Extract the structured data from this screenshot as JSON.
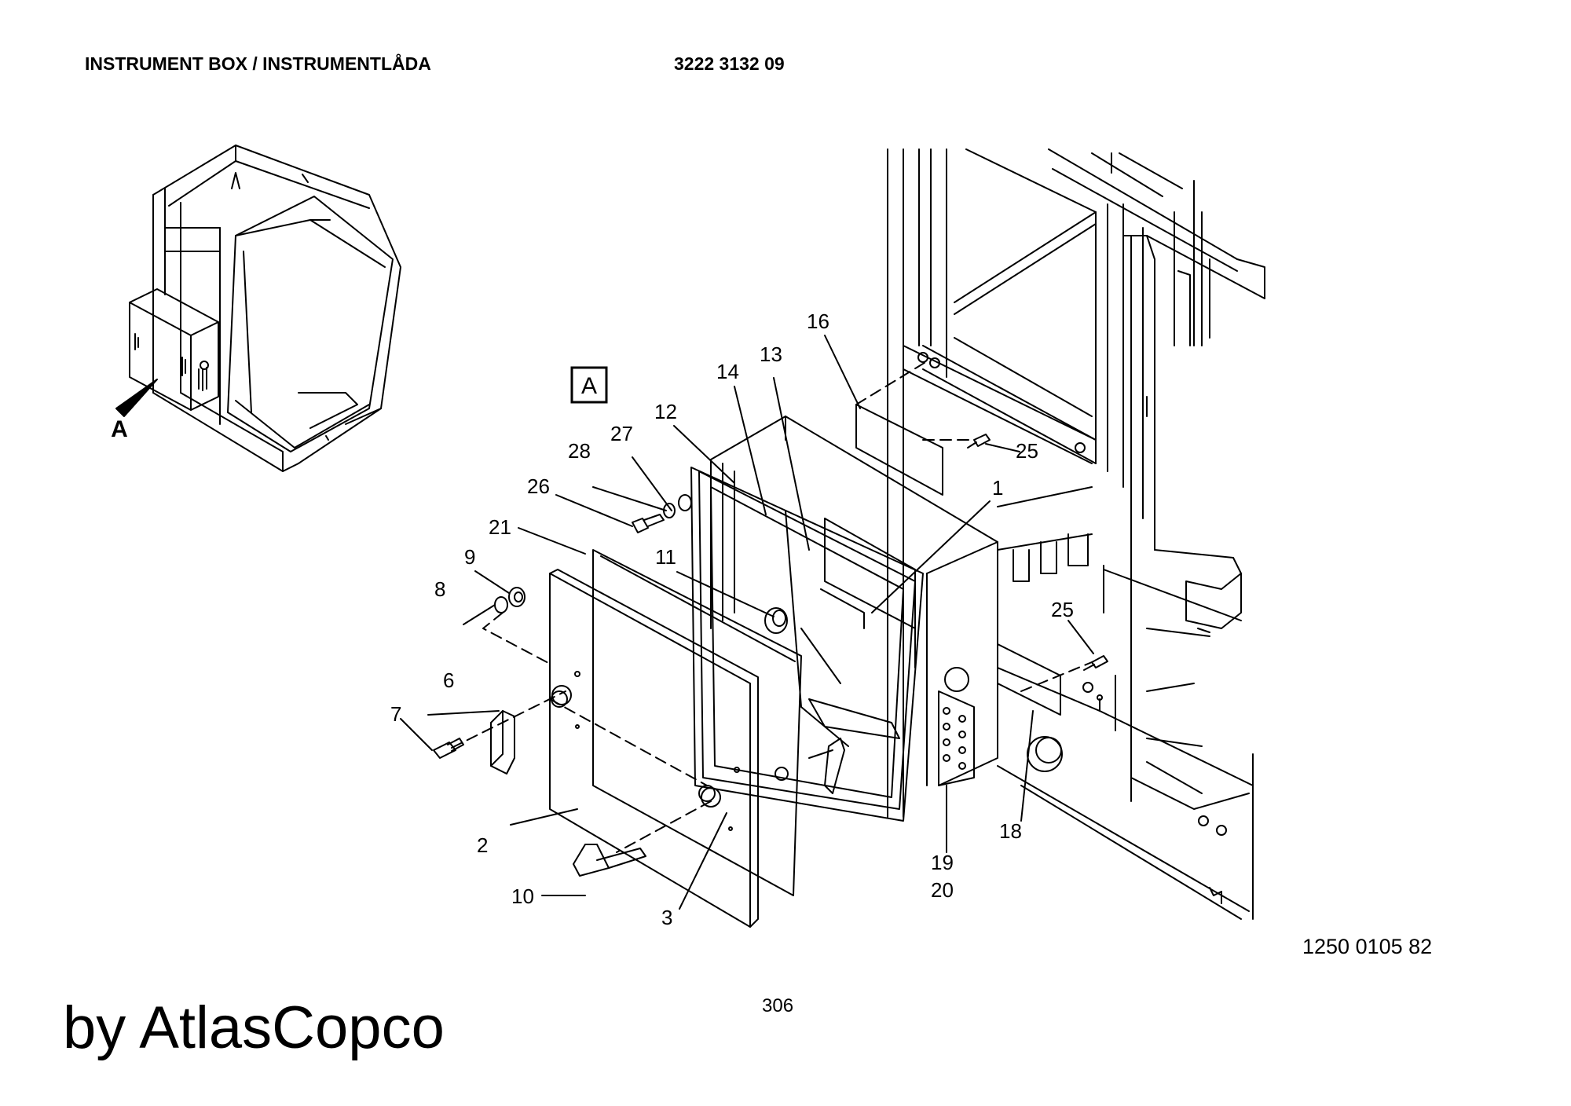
{
  "header": {
    "title": "INSTRUMENT BOX / INSTRUMENTLÅDA",
    "document_number": "3222 3132 09"
  },
  "view_label": "A",
  "overview_label": "A",
  "callouts": [
    "1",
    "2",
    "3",
    "6",
    "7",
    "8",
    "9",
    "10",
    "11",
    "12",
    "13",
    "14",
    "16",
    "18",
    "19",
    "20",
    "21",
    "25",
    "25",
    "26",
    "27",
    "28"
  ],
  "drawing_number": "1250 0105 82",
  "page_number": "306",
  "brand": "by AtlasCopco"
}
